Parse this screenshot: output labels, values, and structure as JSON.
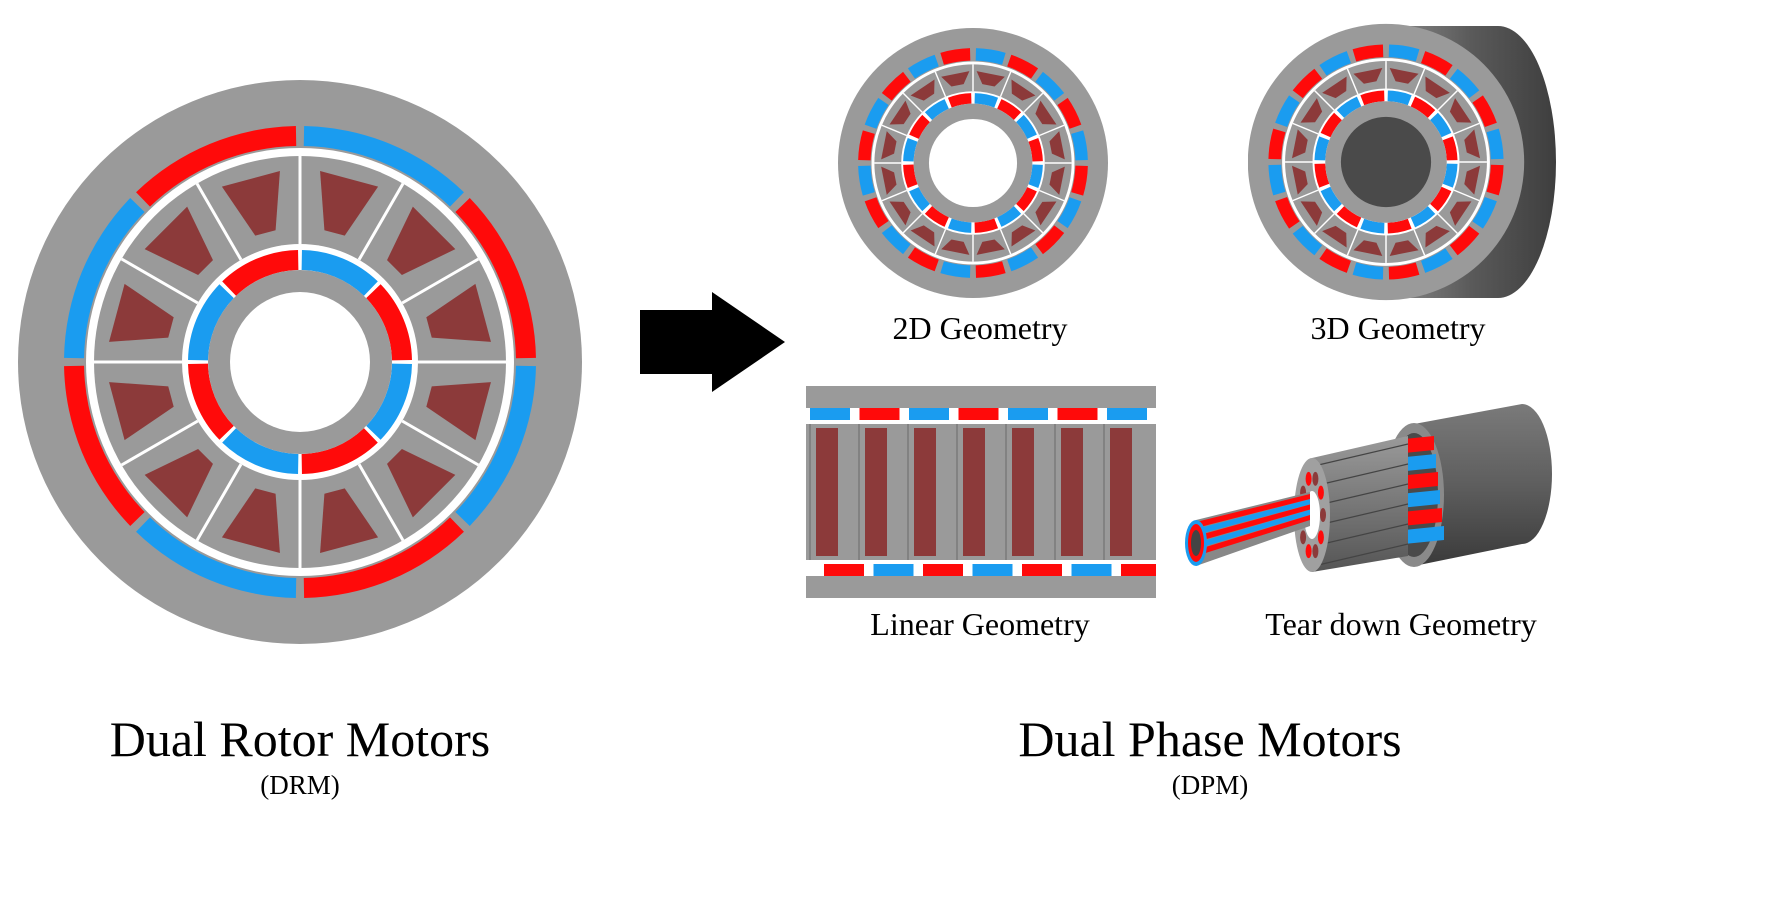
{
  "left": {
    "title": "Dual Rotor Motors",
    "abbr": "(DRM)"
  },
  "right": {
    "title": "Dual Phase Motors",
    "abbr": "(DPM)",
    "panels": [
      {
        "key": "2d",
        "label": "2D Geometry"
      },
      {
        "key": "3d",
        "label": "3D Geometry"
      },
      {
        "key": "linear",
        "label": "Linear Geometry"
      },
      {
        "key": "teardown",
        "label": "Tear down Geometry"
      }
    ]
  },
  "colors": {
    "iron": "#9a9a9a",
    "iron_dark": "#6f6f6f",
    "magnet_red": "#ff0a0a",
    "magnet_blue": "#1a9cf0",
    "coil": "#8c3a3a",
    "slot": "#ffffff",
    "arrow": "#000000"
  },
  "icons": {
    "transition": "arrow-right-icon"
  }
}
